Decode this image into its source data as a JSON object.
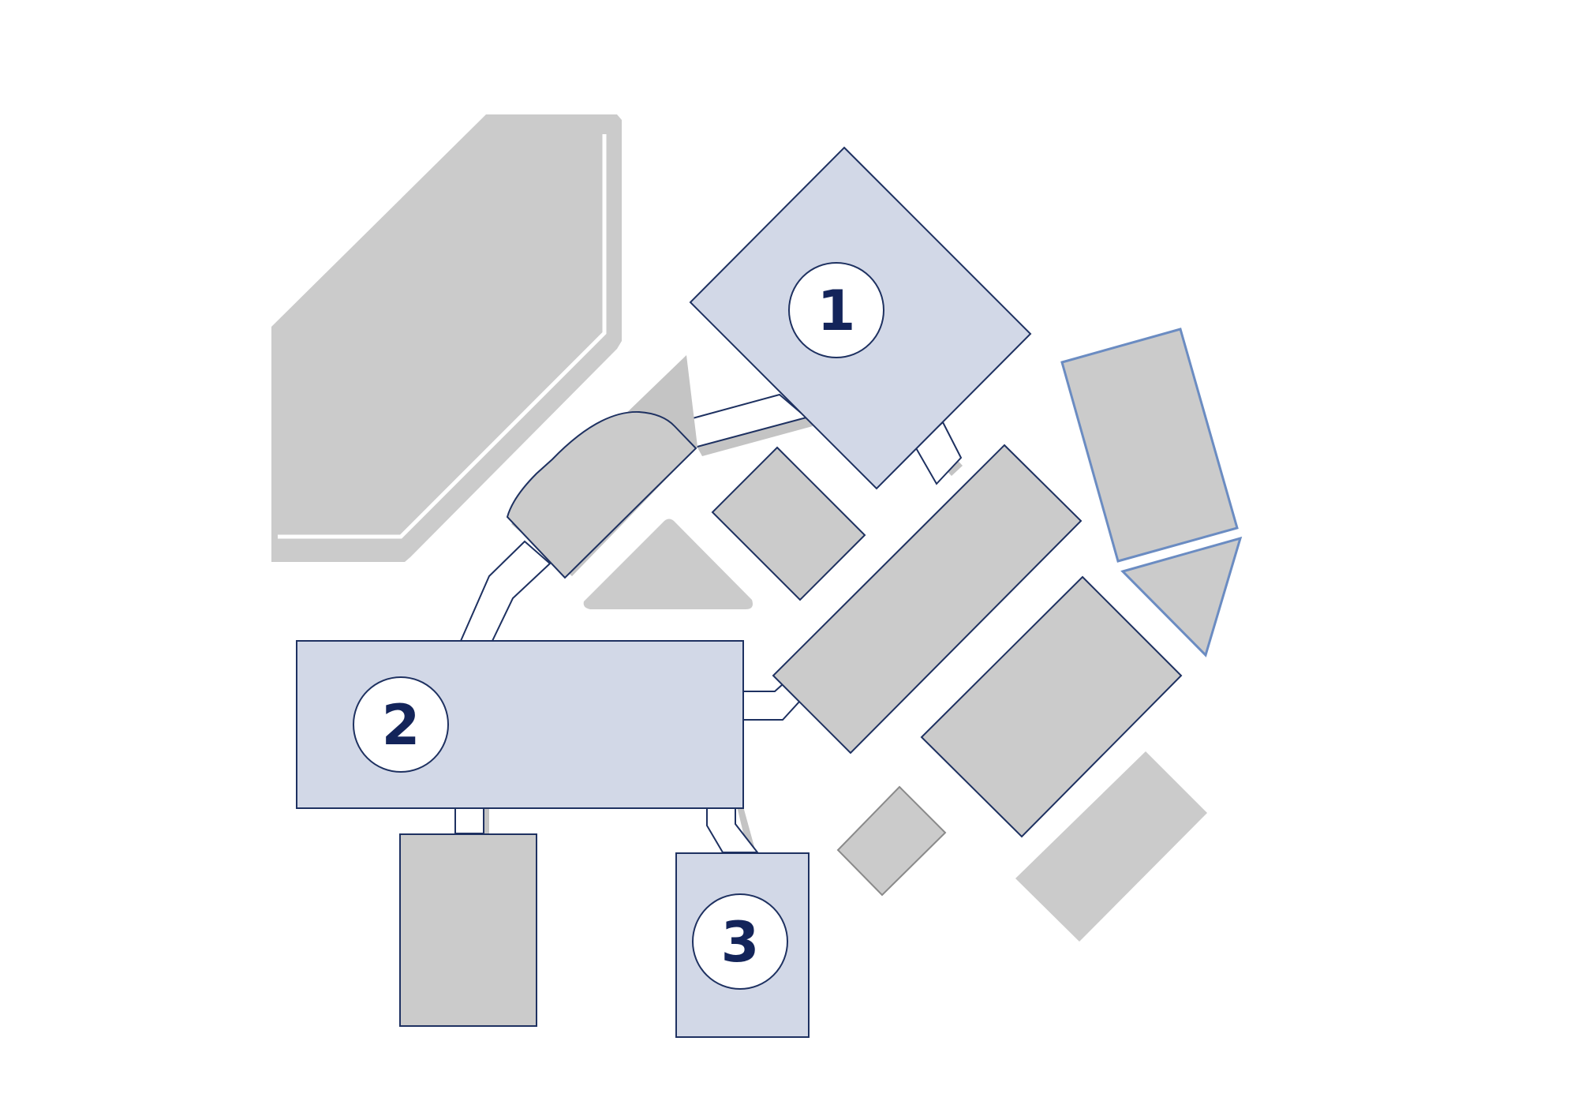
{
  "colors": {
    "background": "#ffffff",
    "building_gray": "#cbcbcb",
    "building_highlight": "#d2d8e7",
    "outline_dark": "#1e3161",
    "outline_light": "#6b8cc2",
    "connector_fill": "#ffffff",
    "shadow": "#c4c4c4",
    "label_circle": "#ffffff",
    "label_text": "#13245a"
  },
  "markers": [
    {
      "id": "1",
      "text": "1"
    },
    {
      "id": "2",
      "text": "2"
    },
    {
      "id": "3",
      "text": "3"
    }
  ]
}
